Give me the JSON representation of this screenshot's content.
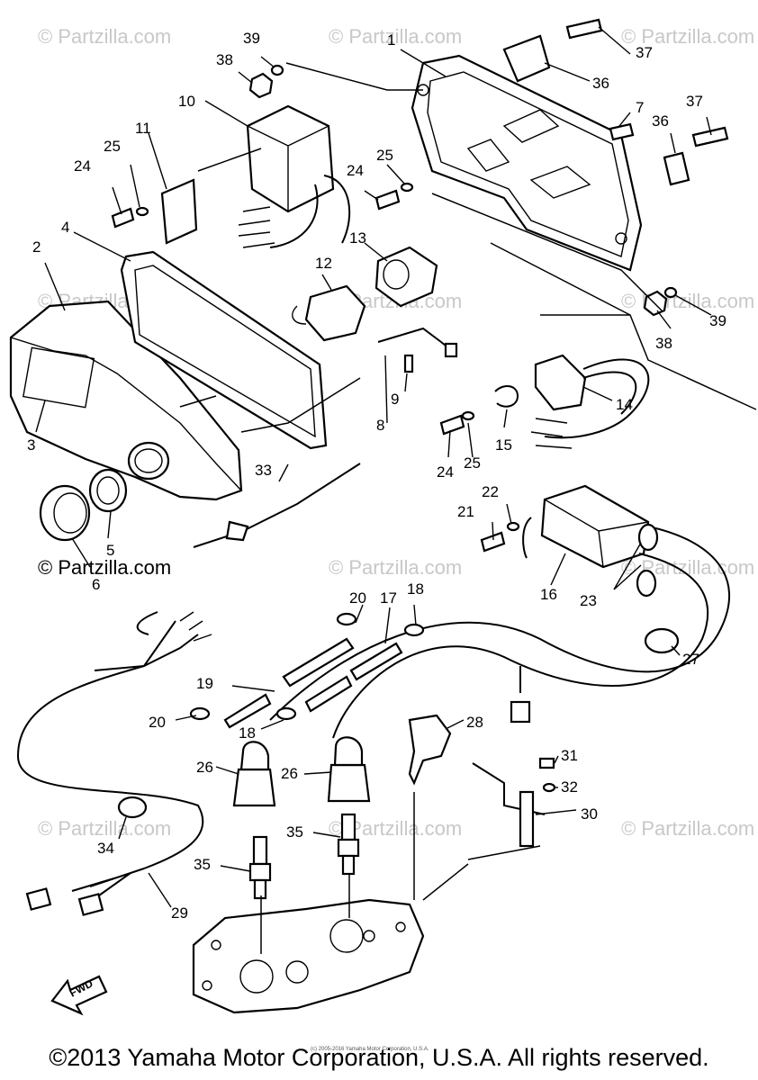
{
  "watermarks": {
    "text": "© Partzilla.com",
    "dark_text": "© Partzilla.com"
  },
  "copyright": "©2013 Yamaha Motor Corporation, U.S.A. All rights reserved.",
  "small_print": "(c) 2005-2016 Yamaha Motor Corporation, U.S.A.",
  "fwd_label": "FWD",
  "callouts": [
    "1",
    "2",
    "3",
    "4",
    "5",
    "6",
    "7",
    "8",
    "9",
    "10",
    "11",
    "12",
    "13",
    "14",
    "15",
    "16",
    "17",
    "18",
    "18",
    "19",
    "20",
    "20",
    "21",
    "22",
    "23",
    "24",
    "24",
    "24",
    "25",
    "25",
    "25",
    "26",
    "26",
    "27",
    "28",
    "29",
    "30",
    "31",
    "32",
    "33",
    "34",
    "35",
    "35",
    "36",
    "36",
    "37",
    "37",
    "38",
    "38",
    "39",
    "39"
  ]
}
